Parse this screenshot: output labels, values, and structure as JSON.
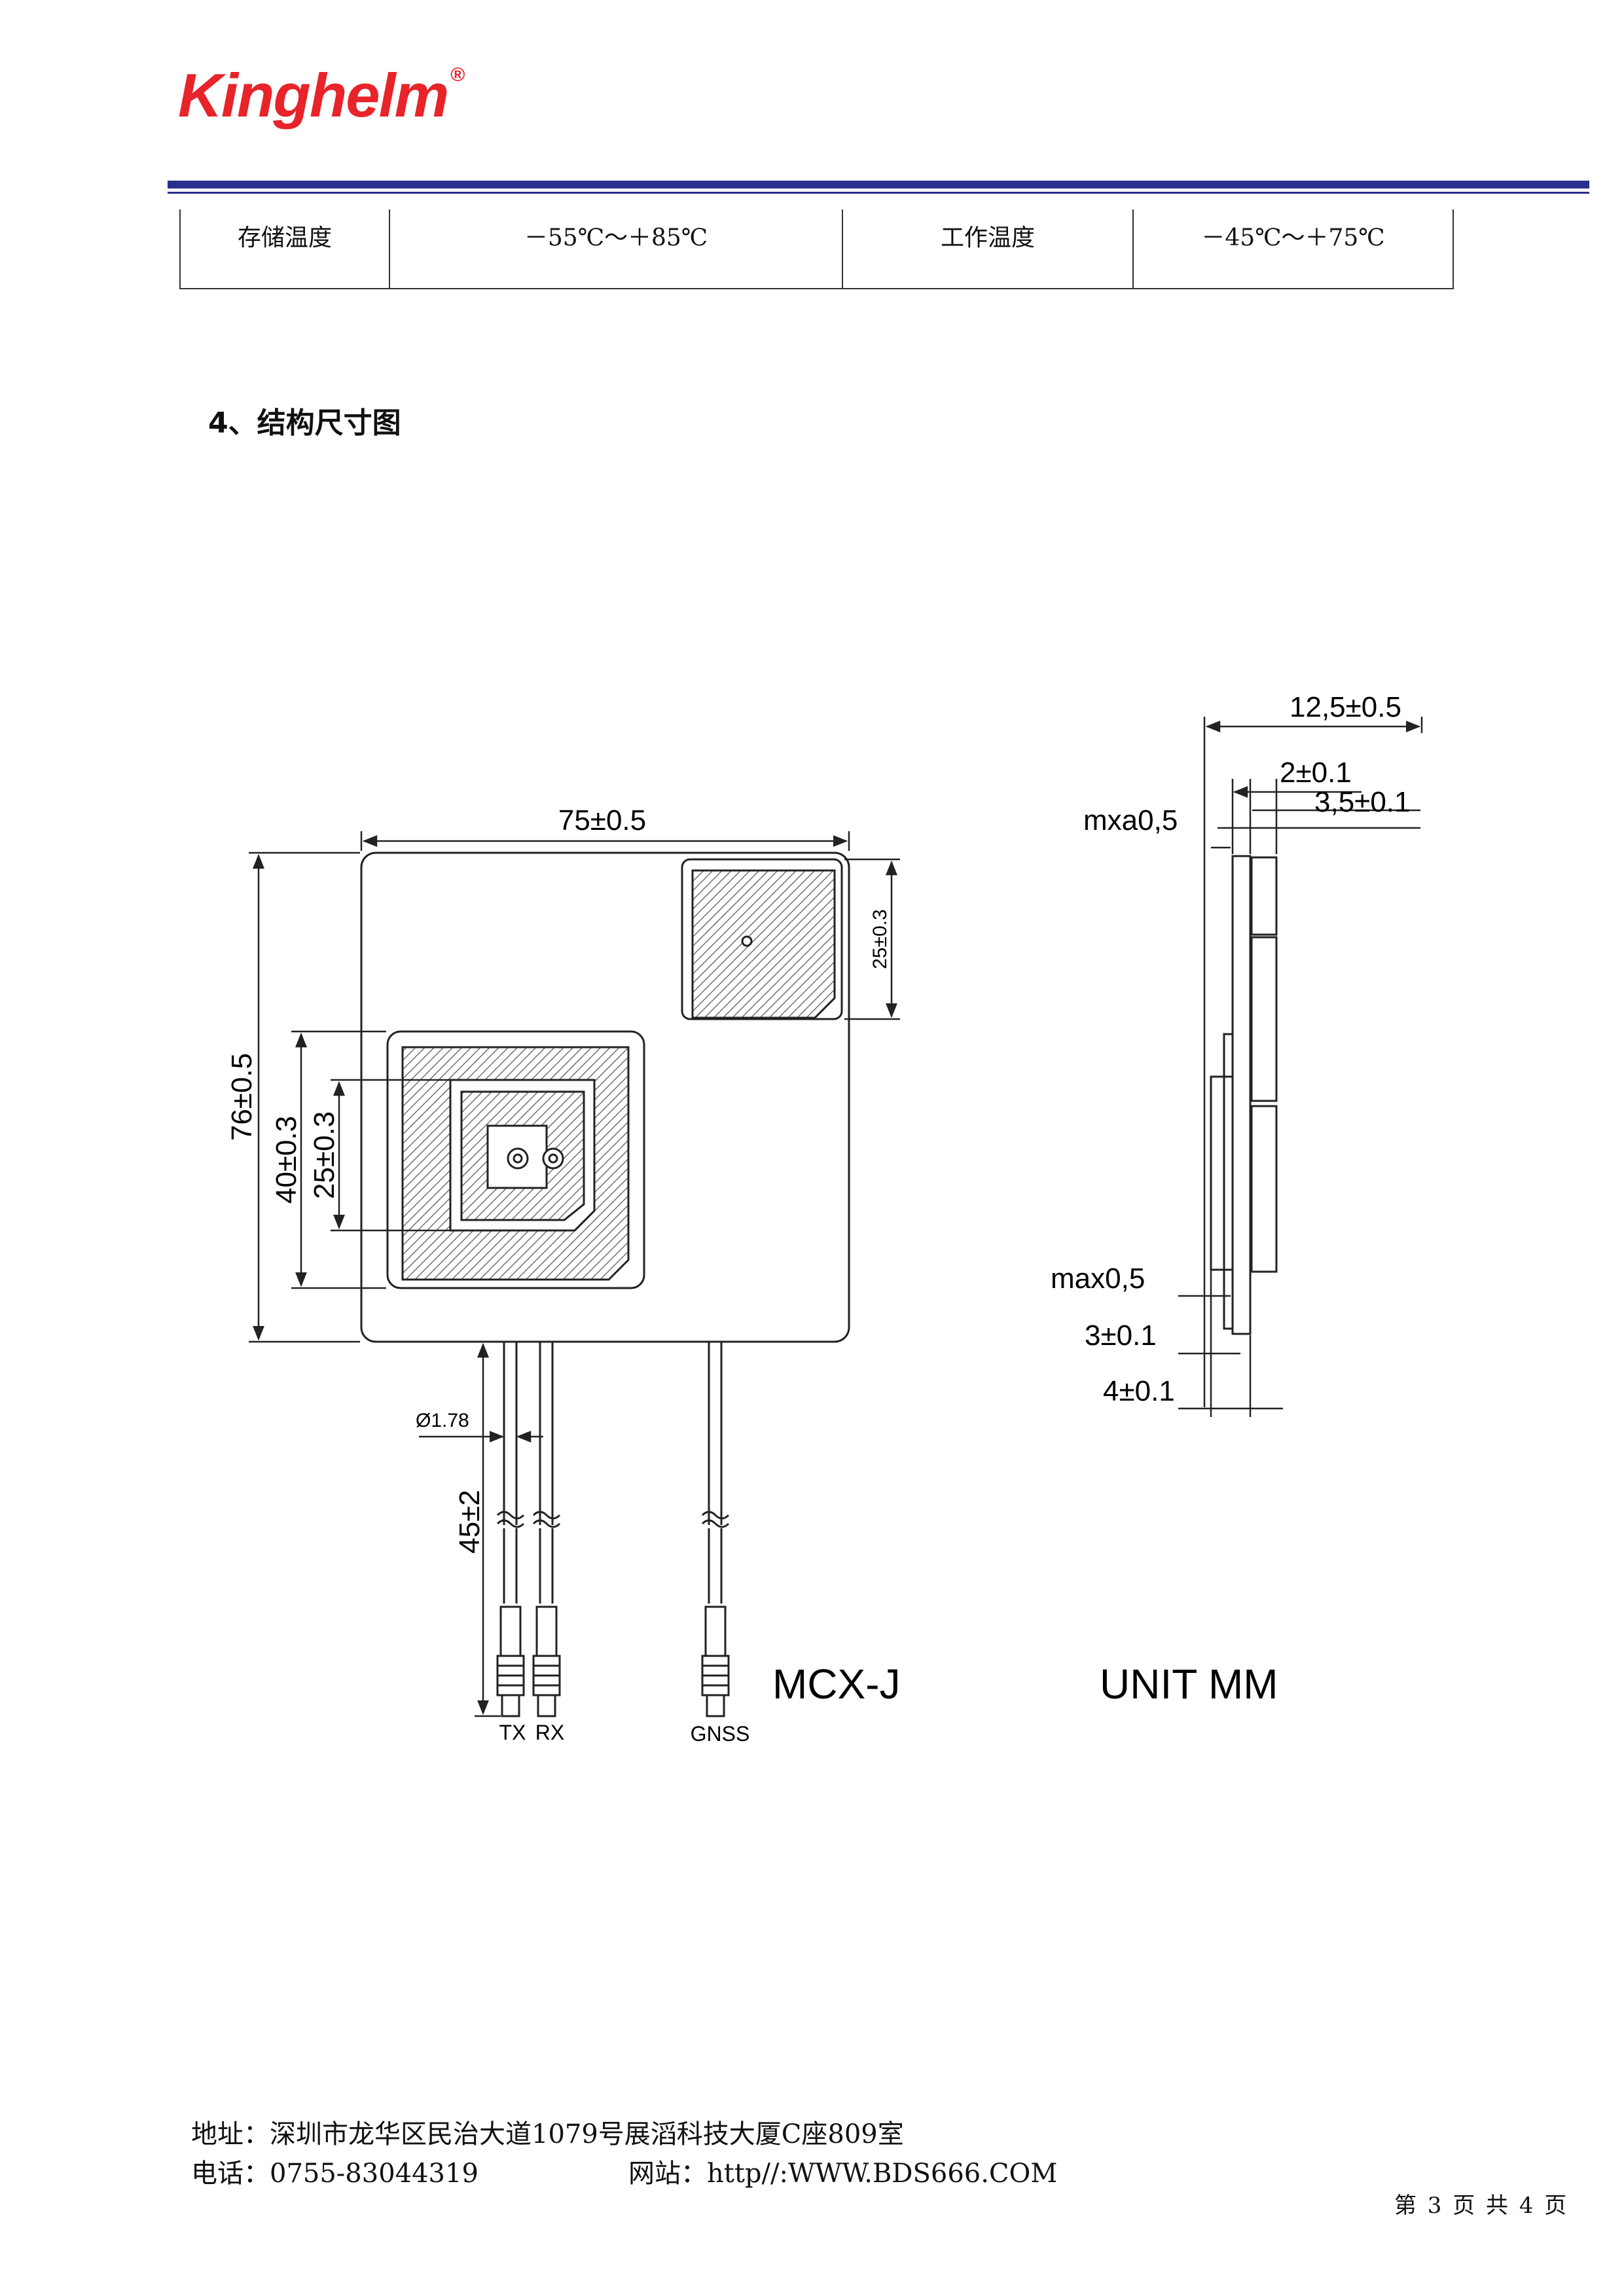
{
  "header": {
    "logo_text": "Kinghelm",
    "logo_reg": "®",
    "brand_color": "#e8232a",
    "rule_color": "#2a2f8f"
  },
  "spec_row": {
    "storage_temp_label": "存储温度",
    "storage_temp_value": "－55℃～＋85℃",
    "working_temp_label": "工作温度",
    "working_temp_value": "－45℃～＋75℃"
  },
  "section_title": "4、结构尺寸图",
  "drawing": {
    "front_width": "75±0.5",
    "front_height": "76±0.5",
    "big_patch_outer": "40±0.3",
    "big_patch_inner": "25±0.3",
    "small_patch": "25±0.3",
    "cable_diameter": "Ø1.78",
    "cable_length": "45±2",
    "connector_tx": "TX",
    "connector_rx": "RX",
    "connector_gnss": "GNSS",
    "connector_type": "MCX-J",
    "unit_label": "UNIT MM",
    "side_total": "12,5±0.5",
    "side_dim_a": "2±0.1",
    "side_dim_b": "3,5±0.1",
    "side_mxa": "mxa0,5",
    "side_max": "max0,5",
    "side_dim_c": "3±0.1",
    "side_dim_d": "4±0.1"
  },
  "footer": {
    "address": "地址：深圳市龙华区民治大道1079号展滔科技大厦C座809室",
    "phone": "电话：0755-83044319",
    "website": "网站：http//:WWW.BDS666.COM",
    "page_info": "第 3 页 共 4 页"
  }
}
